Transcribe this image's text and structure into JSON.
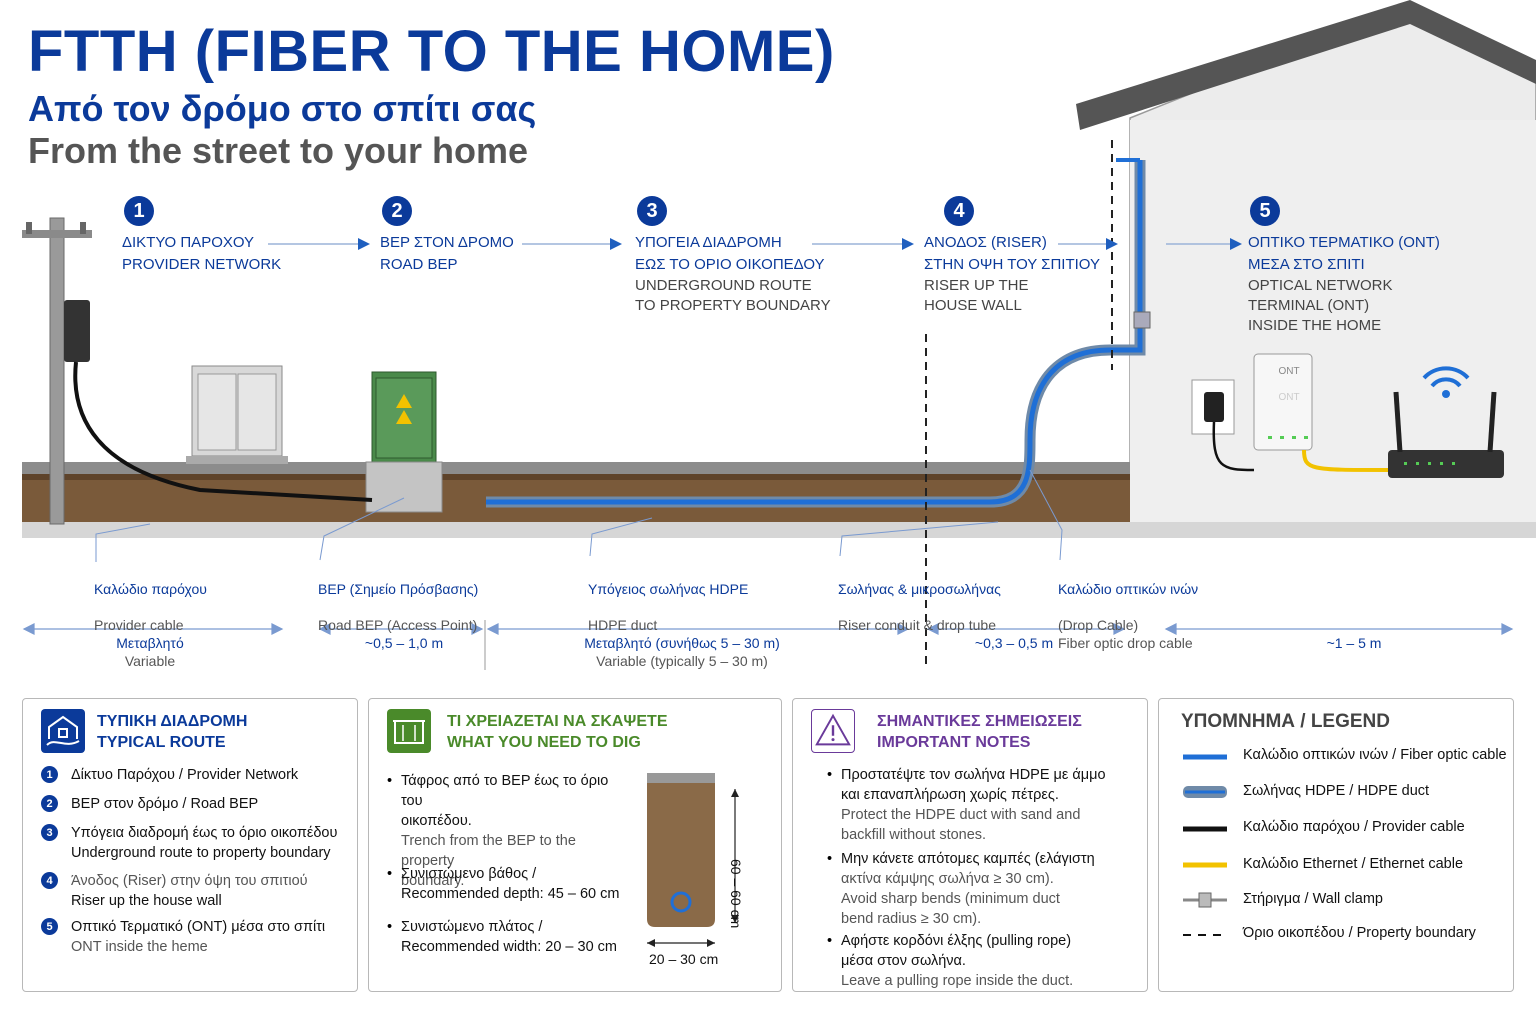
{
  "header": {
    "title": "FTTH (FIBER TO THE HOME)",
    "subtitle_gr": "Από τον δρόμο στο σπίτι σας",
    "subtitle_en": "From the street to your home"
  },
  "steps": [
    {
      "num": "1",
      "gr": "ΔΙΚΤΥΟ ΠΑΡΟΧΟΥ\nPROVIDER NETWORK",
      "en": ""
    },
    {
      "num": "2",
      "gr": "BEP ΣΤΟΝ ΔΡΟΜΟ\nROAD BEP",
      "en": ""
    },
    {
      "num": "3",
      "gr": "ΥΠΟΓΕΙΑ ΔΙΑΔΡΟΜΗ\nΕΩΣ ΤΟ ΟΡΙΟ ΟΙΚΟΠΕΔΟΥ",
      "en": "UNDERGROUND ROUTE\nTO PROPERTY BOUNDARY"
    },
    {
      "num": "4",
      "gr": "ΑΝΟΔΟΣ (RISER)\nΣΤΗΝ ΟΨΗ ΤΟΥ ΣΠΙΤΙΟΥ",
      "en": "RISER UP THE\nHOUSE WALL"
    },
    {
      "num": "5",
      "gr": "ΟΠΤΙΚΟ ΤΕΡΜΑΤΙΚΟ (ONT)\nΜΕΣΑ ΣΤΟ ΣΠΙΤΙ",
      "en": "OPTICAL NETWORK\nTERMINAL (ONT)\nINSIDE THE HOME"
    }
  ],
  "device_labels": {
    "ont_top": "ONT",
    "ont_mid": "ONT"
  },
  "callouts": [
    {
      "gr": "Καλώδιο παρόχου",
      "en": "Provider cable"
    },
    {
      "gr": "BEP (Σημείο Πρόσβασης)",
      "en": "Road BEP (Access Point)"
    },
    {
      "gr": "Υπόγειος σωλήνας HDPE",
      "en": "HDPE duct"
    },
    {
      "gr": "Σωλήνας & μικροσωλήνας",
      "en": "Riser conduit & drop tube"
    },
    {
      "gr": "Καλώδιο οπτικών ινών",
      "en": "(Drop Cable)\nFiber optic drop cable"
    }
  ],
  "dimensions": [
    {
      "gr": "Μεταβλητό",
      "en": "Variable"
    },
    {
      "gr": "~0,5 – 1,0 m",
      "en": ""
    },
    {
      "gr": "Μεταβλητό (συνήθως 5 – 30 m)",
      "en": "Variable (typically 5 – 30 m)"
    },
    {
      "gr": "~0,3 – 0,5 m",
      "en": ""
    },
    {
      "gr": "~1 – 5 m",
      "en": ""
    }
  ],
  "panel_route": {
    "title": "ΤΥΠΙΚΗ ΔΙΑΔΡΟΜΗ\nTYPICAL ROUTE",
    "items": [
      {
        "n": "1",
        "gr": "Δίκτυο Παρόχου / Provider Network",
        "en": ""
      },
      {
        "n": "2",
        "gr": "BEP στον δρόμο / Road BEP",
        "en": ""
      },
      {
        "n": "3",
        "gr": "Υπόγεια διαδρομή έως το όριο οικοπέδου",
        "en": "Underground route to property boundary"
      },
      {
        "n": "4",
        "gr": "Άνοδος (Riser) στην όψη του σπιτιού",
        "en": "Riser up the house wall"
      },
      {
        "n": "5",
        "gr": "Οπτικό Τερματικό (ONT) μέσα στο σπίτι",
        "en": "ONT inside the heme"
      }
    ]
  },
  "panel_dig": {
    "title": "ΤΙ ΧΡΕΙΑΖΕΤΑΙ ΝΑ ΣΚΑΨΕΤΕ\nWHAT YOU NEED TO DIG",
    "bullets": [
      {
        "k": "Τάφρος από το BEP έως το όριο του\nοικοπέδου.",
        "m": "Trench from the BEP to the property\nboundary."
      },
      {
        "k": "Συνιστώμενο βάθος /\nRecommended depth: 45 – 60 cm",
        "m": ""
      },
      {
        "k": "Συνιστώμενο πλάτος /\nRecommended width: 20 – 30 cm",
        "m": ""
      }
    ],
    "depth_label": "60 – 60 cm",
    "width_label": "20 – 30 cm"
  },
  "panel_notes": {
    "title": "ΣΗΜΑΝΤΙΚΕΣ ΣΗΜΕΙΩΣΕΙΣ\nIMPORTANT NOTES",
    "bullets": [
      {
        "k": "Προστατέψτε τον σωλήνα HDPE με άμμο\nκαι επαναπλήρωση χωρίς πέτρες.",
        "m": "Protect the HDPE duct with sand and\nbackfill without stones."
      },
      {
        "k": "Μην κάνετε απότομες καμπές (ελάγιστη",
        "m": "ακτίνα κάμψης σωλήνα ≥ 30 cm).\nAvoid sharp bends (minimum duct\nbend radius ≥ 30 cm)."
      },
      {
        "k": "Αφήστε κορδόνι έλξης (pulling rope)\nμέσα στον σωλήνα.",
        "m": "Leave a pulling rope inside the duct."
      }
    ]
  },
  "panel_legend": {
    "title": "ΥΠΟΜΝΗΜΑ / LEGEND",
    "items": [
      {
        "label": "Καλώδιο οπτικών ινών / Fiber optic cable"
      },
      {
        "label": "Σωλήνας HDPE / HDPE duct"
      },
      {
        "label": "Καλώδιο παρόχου / Provider cable"
      },
      {
        "label": "Καλώδιο Ethernet / Ethernet cable"
      },
      {
        "label": "Στήριγμα / Wall clamp"
      },
      {
        "label": "Όριο οικοπέδου / Property boundary"
      }
    ]
  },
  "colors": {
    "primary_blue": "#0b3a9a",
    "fiber_blue": "#1f6fd6",
    "dig_green": "#4a8a2a",
    "notes_purple": "#6a3a9a",
    "ethernet_yellow": "#f2c200",
    "soil_brown": "#7a5a3a"
  }
}
